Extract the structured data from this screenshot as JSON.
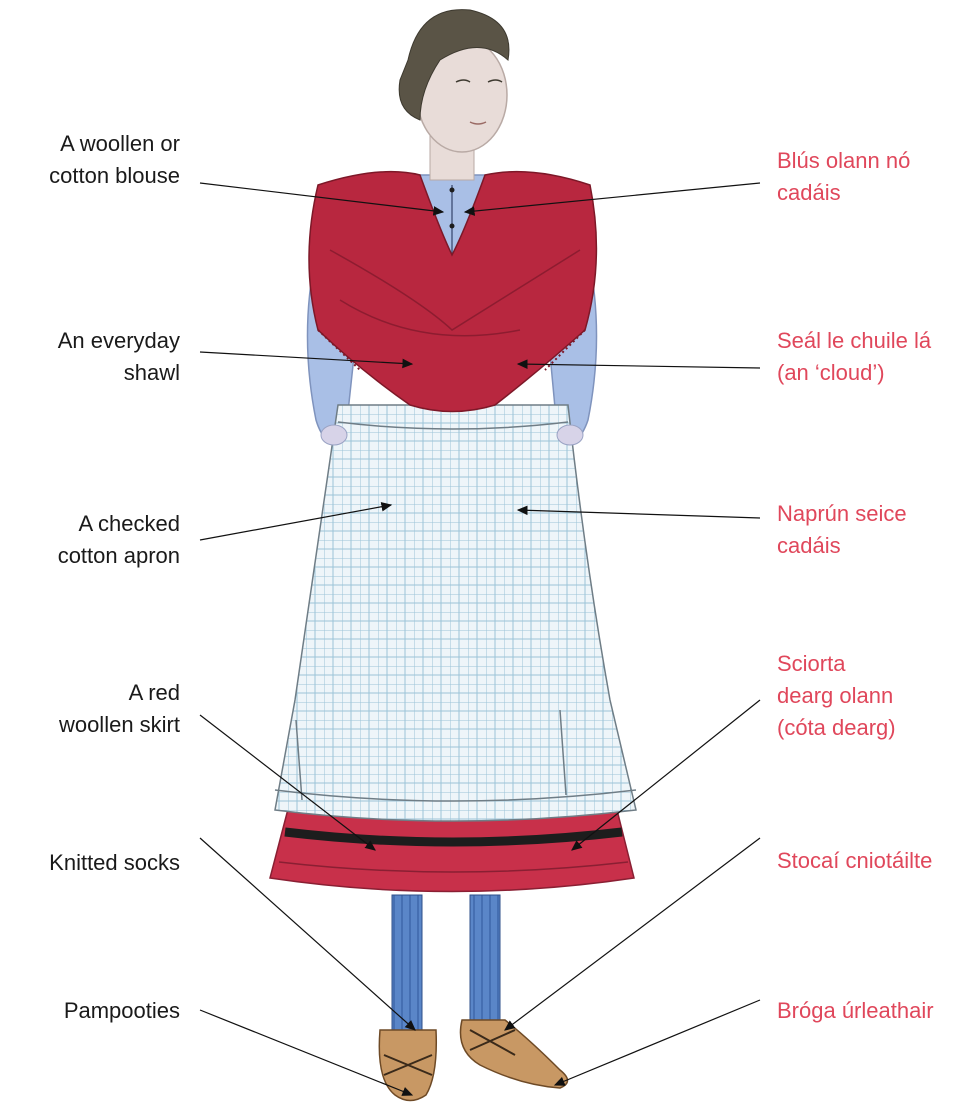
{
  "colors": {
    "english_text": "#1a1a1a",
    "irish_text": "#e0475b",
    "shawl": "#b8273f",
    "blouse": "#a9bfe6",
    "apron": "#e7f1f7",
    "skirt_band": "#c8304a",
    "sock": "#5a86c8",
    "shoe": "#c89864",
    "hair": "#5a5446",
    "skin": "#e8dcd8"
  },
  "labels": {
    "blouse": {
      "en": "A woollen or\ncotton blouse",
      "ga": "Blús olann nó\ncadáis"
    },
    "shawl": {
      "en": "An everyday\nshawl",
      "ga": "Seál le chuile lá\n(an ‘cloud’)"
    },
    "apron": {
      "en": "A checked\ncotton apron",
      "ga": "Naprún seice\ncadáis"
    },
    "skirt": {
      "en": "A red\nwoollen skirt",
      "ga": "Sciorta\ndearg olann\n(cóta dearg)"
    },
    "socks": {
      "en": "Knitted socks",
      "ga": "Stocaí cniotáilte"
    },
    "pampooties": {
      "en": "Pampooties",
      "ga": "Bróga úrleathair"
    }
  }
}
